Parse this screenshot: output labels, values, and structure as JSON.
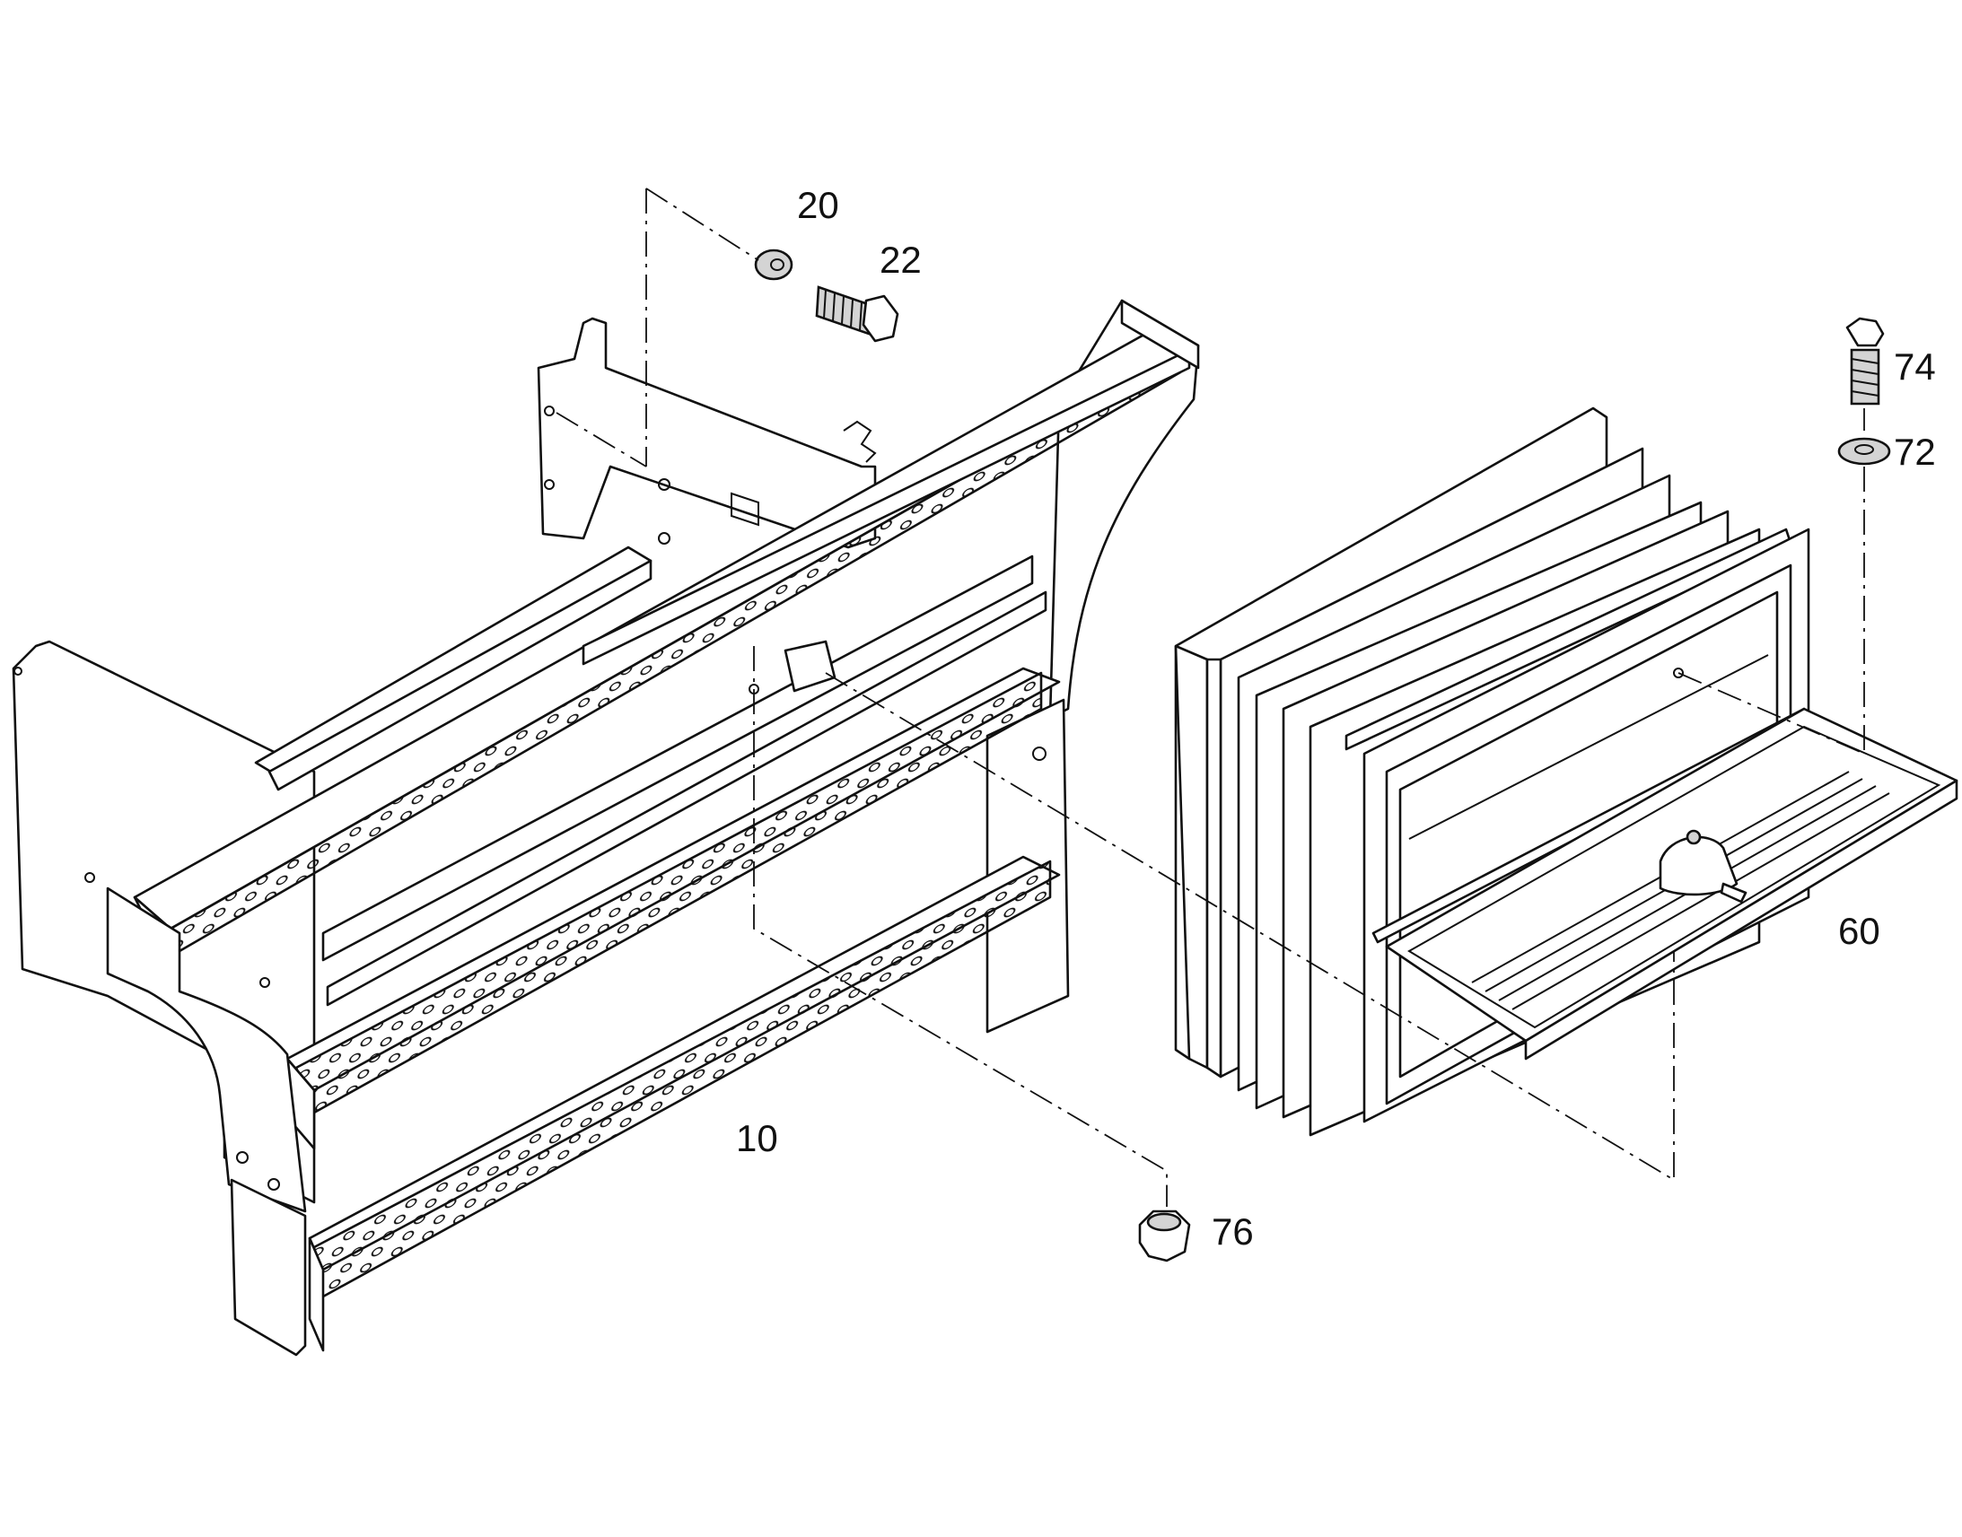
{
  "callouts": {
    "c10": "10",
    "c20": "20",
    "c22": "22",
    "c60": "60",
    "c72": "72",
    "c74": "74",
    "c76": "76"
  }
}
